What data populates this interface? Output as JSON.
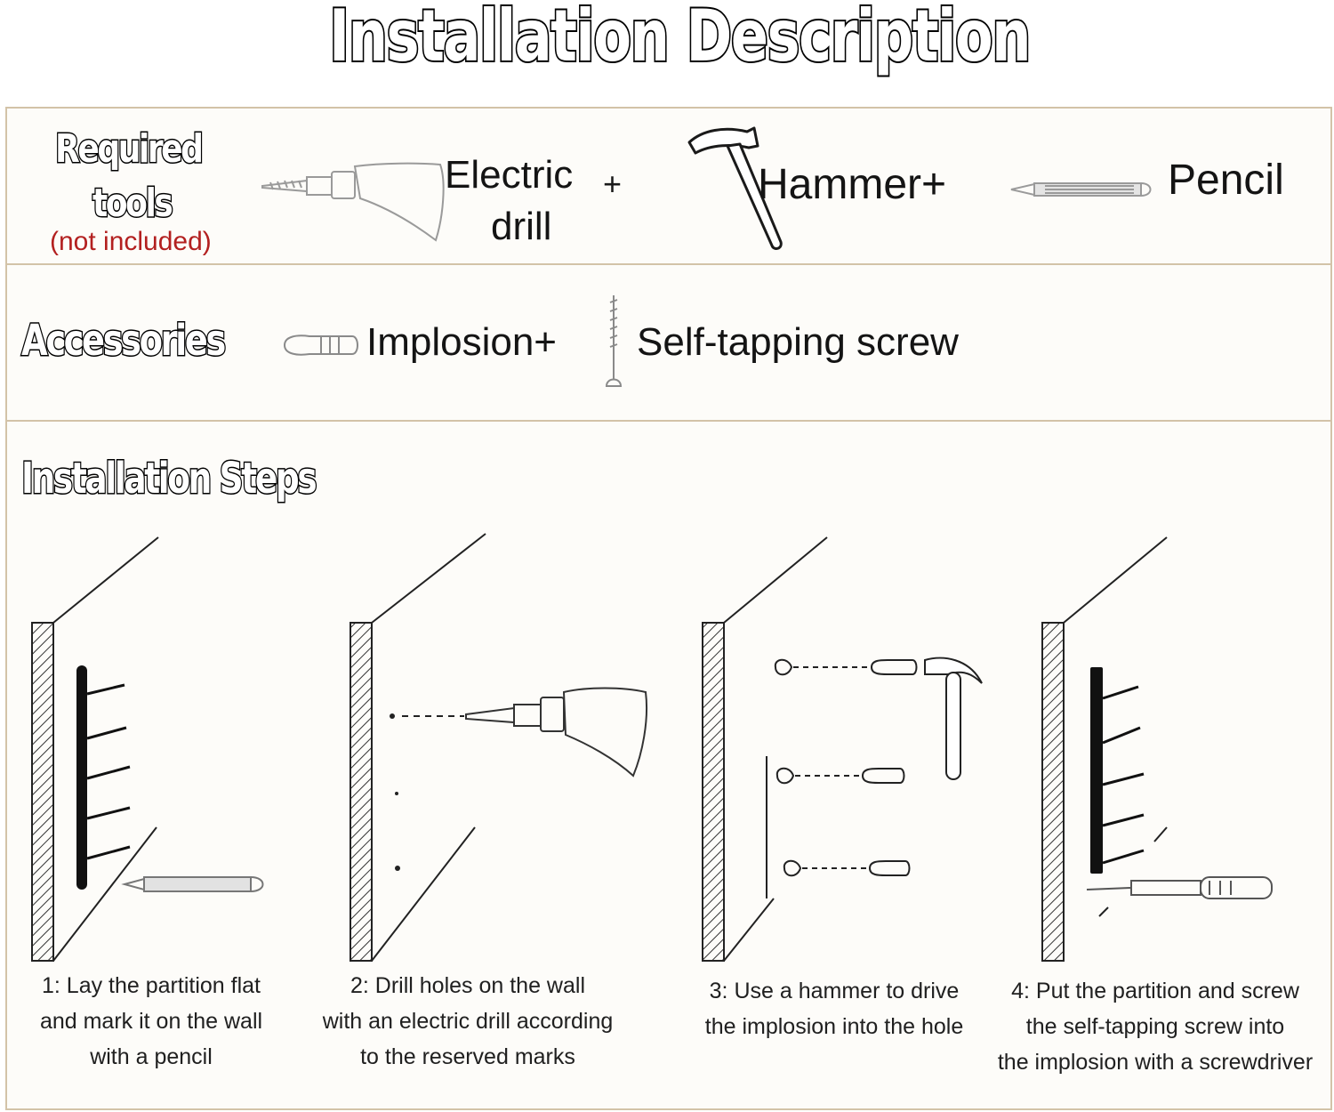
{
  "title": "Installation Description",
  "tools": {
    "heading_line1": "Required",
    "heading_line2": "tools",
    "note": "(not included)",
    "drill_label_line1": "Electric",
    "drill_plus": "+",
    "drill_label_line2": "drill",
    "hammer_label": "Hammer+",
    "pencil_label": "Pencil"
  },
  "accessories": {
    "heading": "Accessories",
    "implosion_label": "Implosion+",
    "screw_label": "Self-tapping screw"
  },
  "steps": {
    "heading": "Installation Steps",
    "items": [
      {
        "line1": "1: Lay the partition flat",
        "line2": "and mark it on the wall",
        "line3": "with a pencil"
      },
      {
        "line1": "2: Drill holes on the wall",
        "line2": "with an electric drill according",
        "line3": "to the reserved marks"
      },
      {
        "line1": "3: Use a hammer to drive",
        "line2": "the implosion into the hole",
        "line3": ""
      },
      {
        "line1": "4: Put the partition and screw",
        "line2": "the self-tapping screw into",
        "line3": "the implosion with a screwdriver"
      }
    ]
  },
  "colors": {
    "panel_border": "#d3c3a8",
    "note_red": "#b32020",
    "ink": "#1a1a1a"
  },
  "icons": [
    "electric-drill-icon",
    "hammer-icon",
    "pencil-icon",
    "implosion-anchor-icon",
    "self-tapping-screw-icon",
    "screwdriver-icon"
  ]
}
